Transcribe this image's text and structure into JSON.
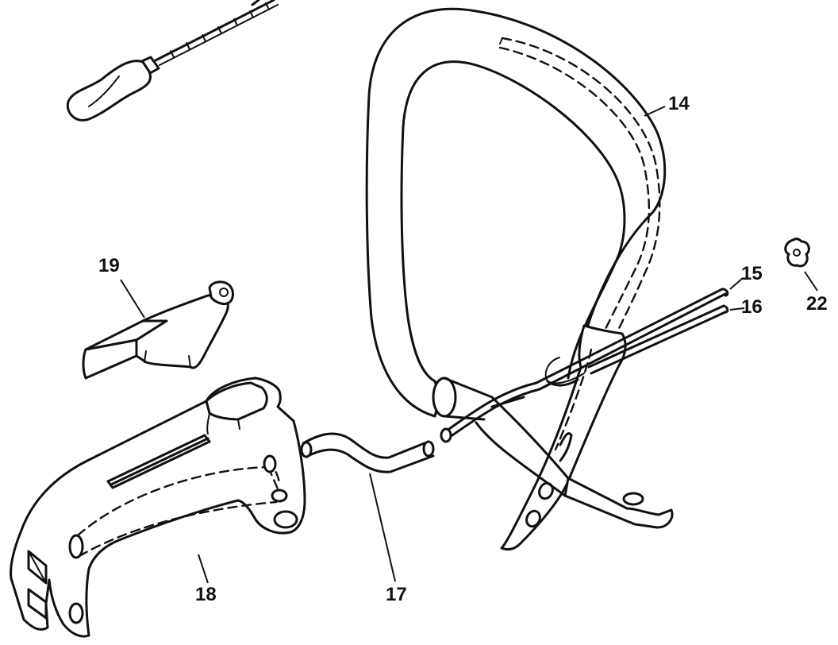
{
  "callouts": {
    "p14": "14",
    "p15": "15",
    "p16": "16",
    "p17": "17",
    "p18": "18",
    "p19": "19",
    "p22": "22"
  }
}
